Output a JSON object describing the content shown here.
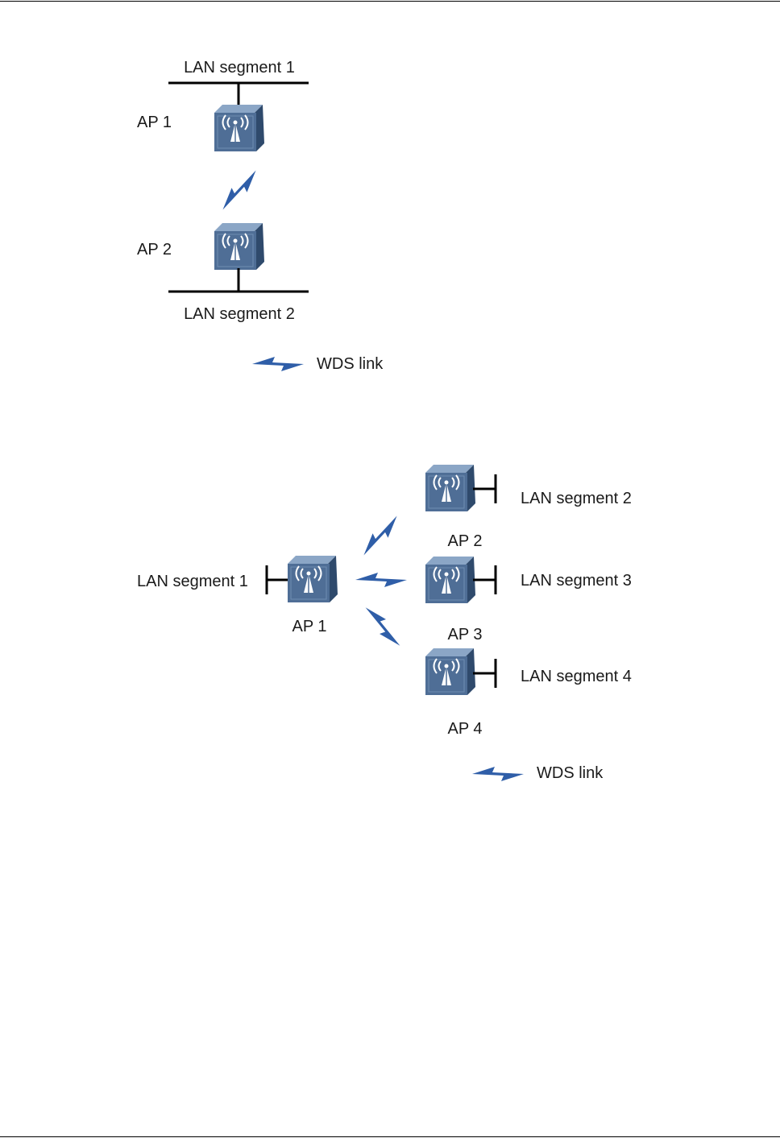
{
  "figure_top": {
    "lan_segment_top": "LAN segment 1",
    "ap_upper": "AP 1",
    "ap_lower": "AP 2",
    "lan_segment_bottom": "LAN segment 2",
    "legend_label": "WDS link"
  },
  "figure_bottom": {
    "root_lan": "LAN segment 1",
    "root_ap": "AP 1",
    "branches": [
      {
        "ap": "AP 2",
        "lan": "LAN segment 2"
      },
      {
        "ap": "AP 3",
        "lan": "LAN segment 3"
      },
      {
        "ap": "AP 4",
        "lan": "LAN segment 4"
      }
    ],
    "legend_label": "WDS link"
  },
  "colors": {
    "ap_face": "#4f6e96",
    "ap_side": "#2f4a6c",
    "ap_top": "#8ba6c6",
    "wds_link": "#2f5ea8",
    "line": "#000000"
  },
  "icons": {
    "access_point": "access-point-icon",
    "wds_link": "lightning-link-icon"
  }
}
